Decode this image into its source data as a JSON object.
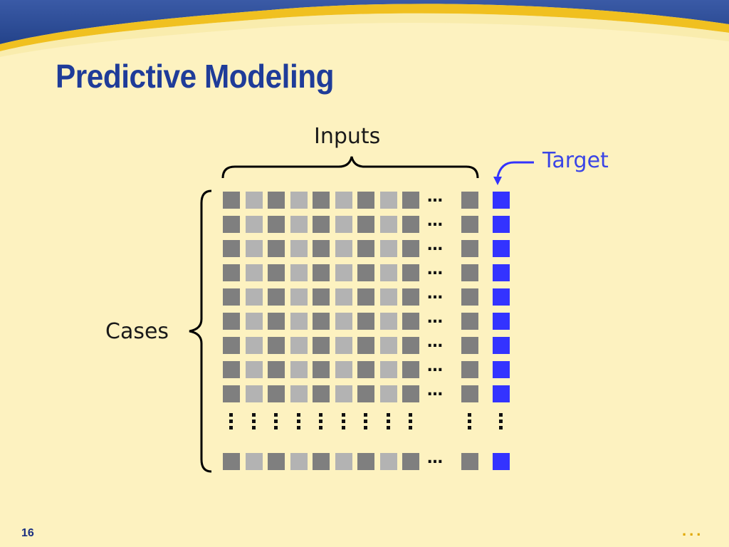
{
  "slide": {
    "title": "Predictive Modeling",
    "page_number": "16",
    "nav_dots": "..."
  },
  "diagram": {
    "inputs_label": "Inputs",
    "target_label": "Target",
    "cases_label": "Cases",
    "row_ellipsis": "…",
    "colors": {
      "background": "#fdf2c0",
      "title": "#1f3c99",
      "dark_cell": "#7f7f7f",
      "light_cell": "#b3b3b3",
      "target_cell": "#3333ff",
      "target_text": "#3b45e6",
      "banner_blue": "#2e4f9a",
      "banner_gold": "#f0c020"
    },
    "input_cell_pattern": [
      "dark",
      "light",
      "dark",
      "light",
      "dark",
      "light",
      "dark",
      "light",
      "dark"
    ],
    "last_input_cell": "dark",
    "visible_rows": 9,
    "final_rows": 1
  }
}
